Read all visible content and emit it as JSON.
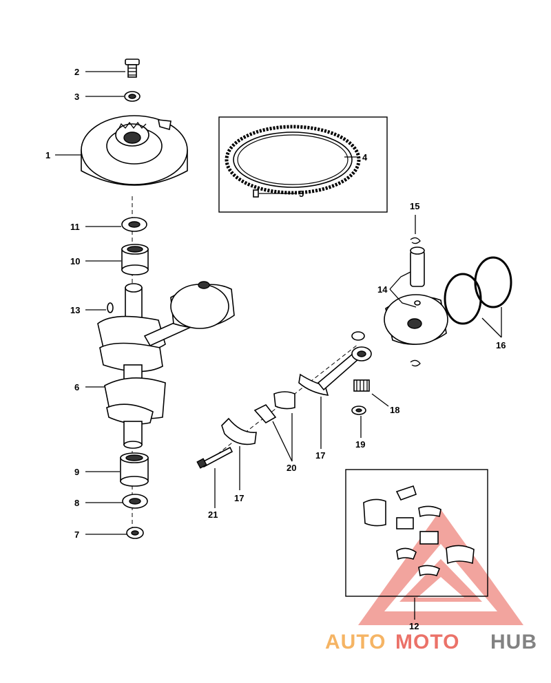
{
  "callouts": {
    "c1": "1",
    "c2": "2",
    "c3": "3",
    "c4": "4",
    "c5": "5",
    "c6": "6",
    "c7": "7",
    "c8": "8",
    "c9": "9",
    "c10": "10",
    "c11": "11",
    "c12": "12",
    "c13": "13",
    "c14": "14",
    "c15": "15",
    "c16": "16",
    "c17a": "17",
    "c17b": "17",
    "c18": "18",
    "c19": "19",
    "c20": "20",
    "c21": "21"
  },
  "watermark": {
    "part1": "AUTO",
    "part2": "MOTO",
    "part3": "HUB",
    "color_orange": "#f4a84a",
    "color_red": "#e85a4f",
    "color_gray": "#6d6d6d"
  }
}
